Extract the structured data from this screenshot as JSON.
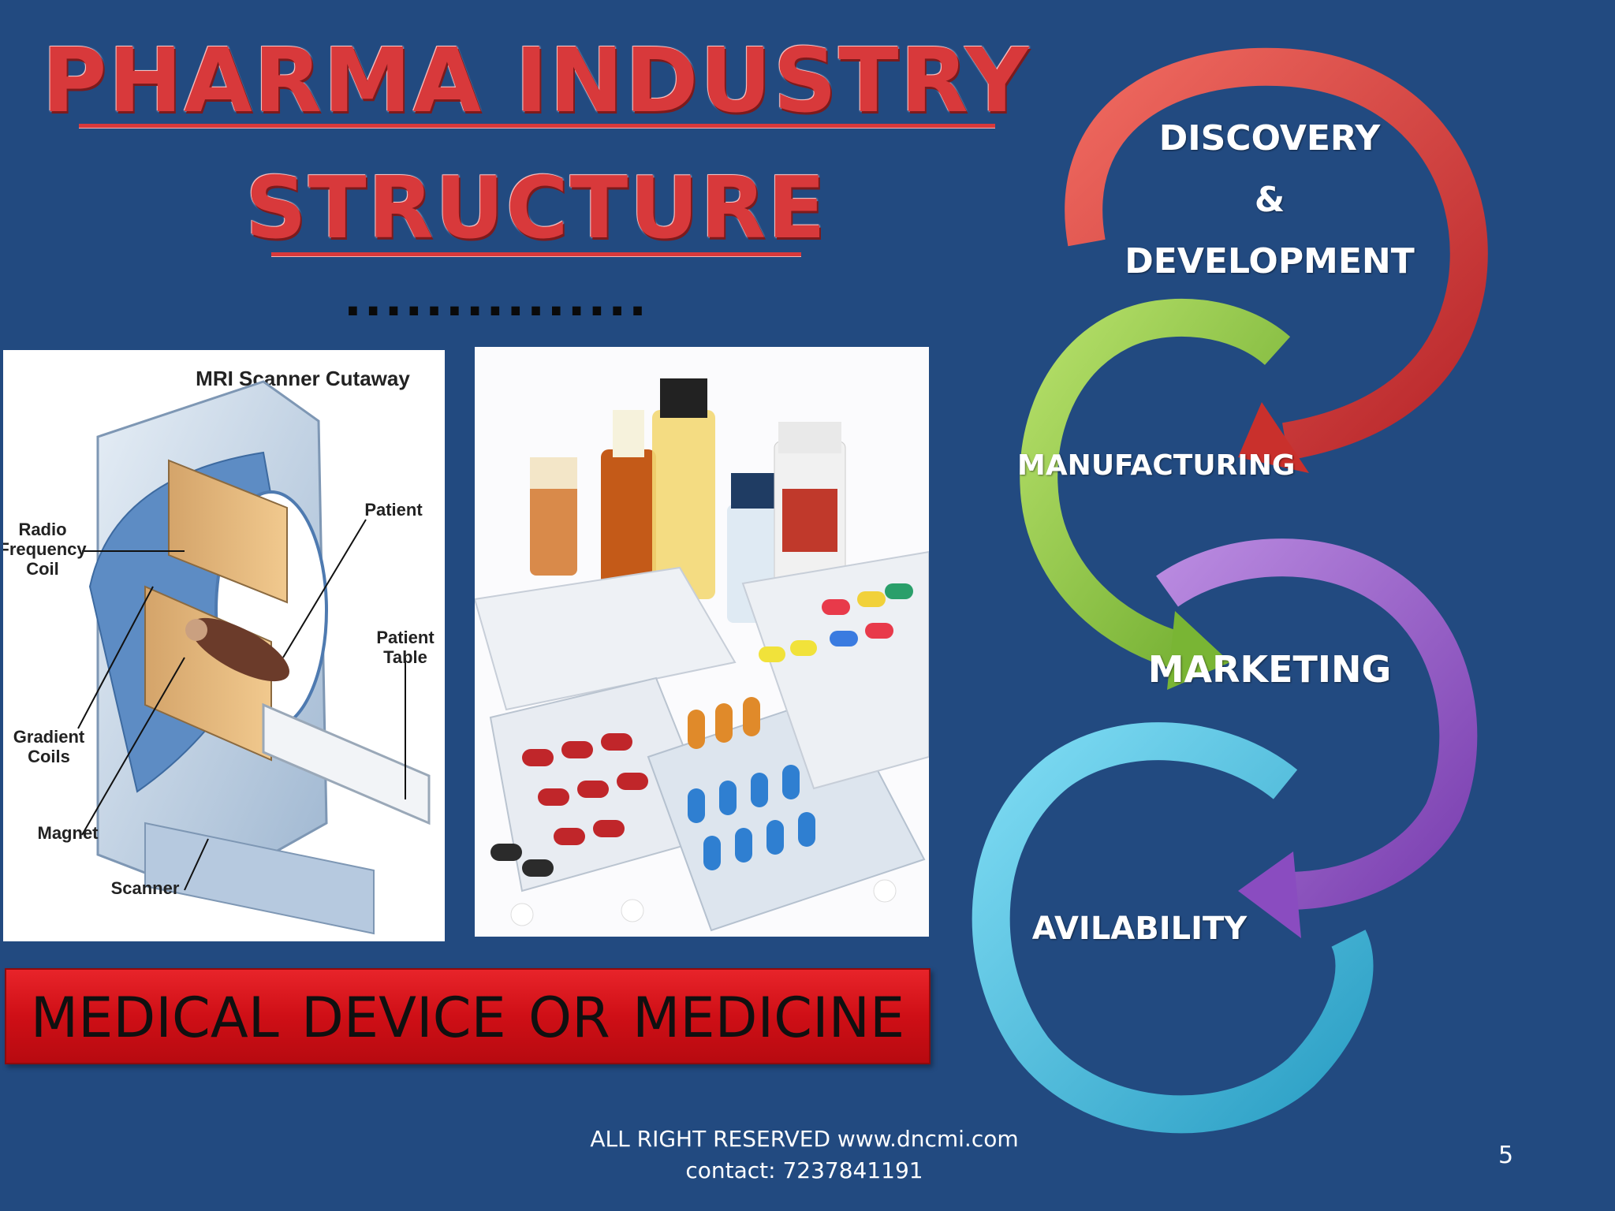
{
  "title": {
    "line1": "PHARMA INDUSTRY",
    "line2": "STRUCTURE",
    "dots": "..............."
  },
  "mri": {
    "heading": "MRI Scanner Cutaway",
    "labels": {
      "radio_1": "Radio",
      "radio_2": "Frequency",
      "radio_3": "Coil",
      "patient": "Patient",
      "table_1": "Patient",
      "table_2": "Table",
      "gradient_1": "Gradient",
      "gradient_2": "Coils",
      "magnet": "Magnet",
      "scanner": "Scanner"
    }
  },
  "banner": {
    "text": "MEDICAL  DEVICE OR MEDICINE"
  },
  "cycle": {
    "discovery_1": "DISCOVERY",
    "discovery_2": "&",
    "discovery_3": "DEVELOPMENT",
    "manufacturing": "MANUFACTURING",
    "marketing": "MARKETING",
    "availability": "AVILABILITY",
    "colors": {
      "discovery": "#d9453e",
      "manufacturing": "#8cc63f",
      "marketing": "#9b59c8",
      "availability": "#3fbde0"
    }
  },
  "footer": {
    "line1": "ALL RIGHT RESERVED    www.dncmi.com",
    "line2": "contact: 7237841191"
  },
  "page_number": "5"
}
